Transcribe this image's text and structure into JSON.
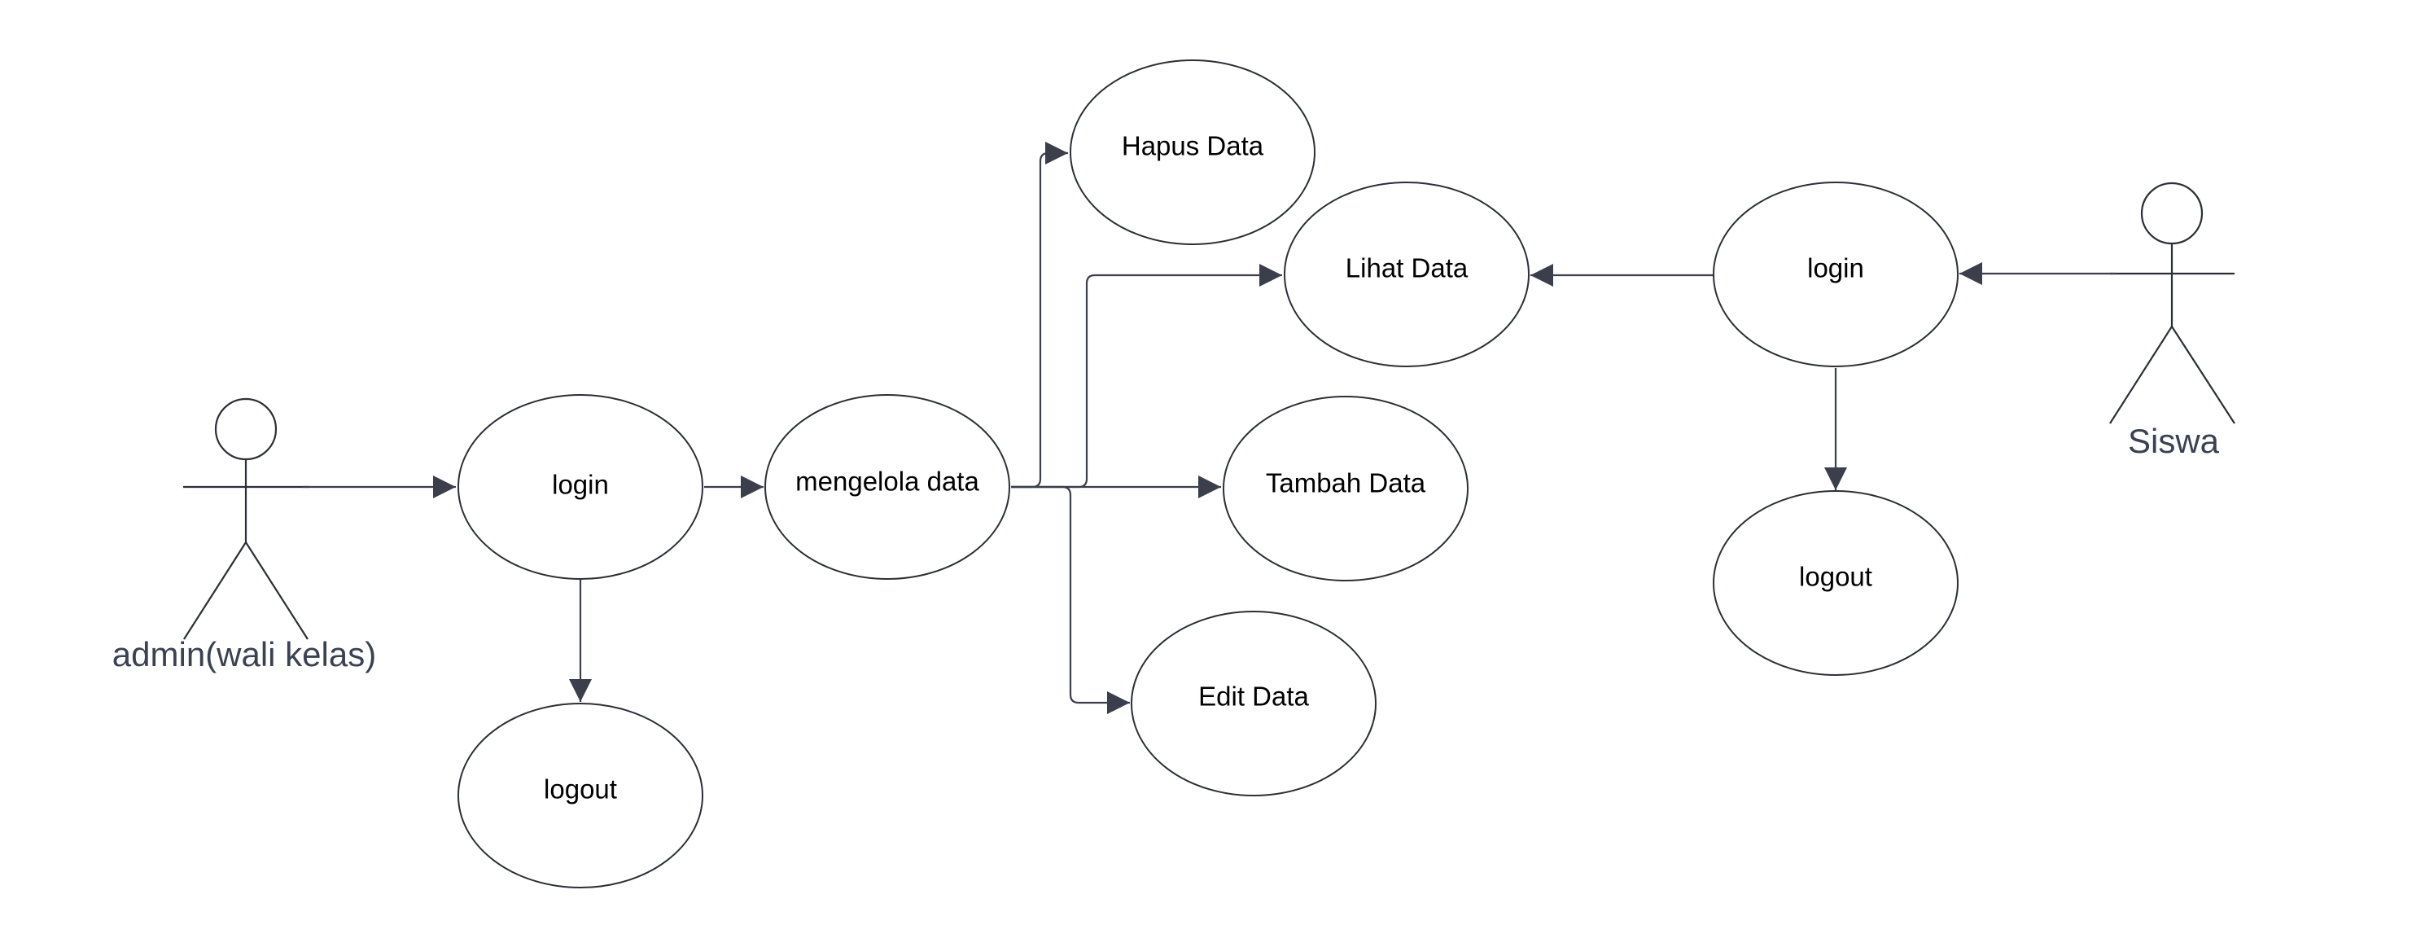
{
  "actors": {
    "admin": {
      "label": "admin(wali kelas)"
    },
    "siswa": {
      "label": "Siswa"
    }
  },
  "use_cases": {
    "admin_login": "login",
    "admin_logout": "logout",
    "mengelola": "mengelola data",
    "hapus": "Hapus Data",
    "lihat": "Lihat Data",
    "tambah": "Tambah Data",
    "edit": "Edit Data",
    "siswa_login": "login",
    "siswa_logout": "logout"
  },
  "colors": {
    "stroke": "#2b2f36",
    "connector": "#3a3f4b",
    "actor_text": "#3a4252",
    "background": "#ffffff"
  }
}
